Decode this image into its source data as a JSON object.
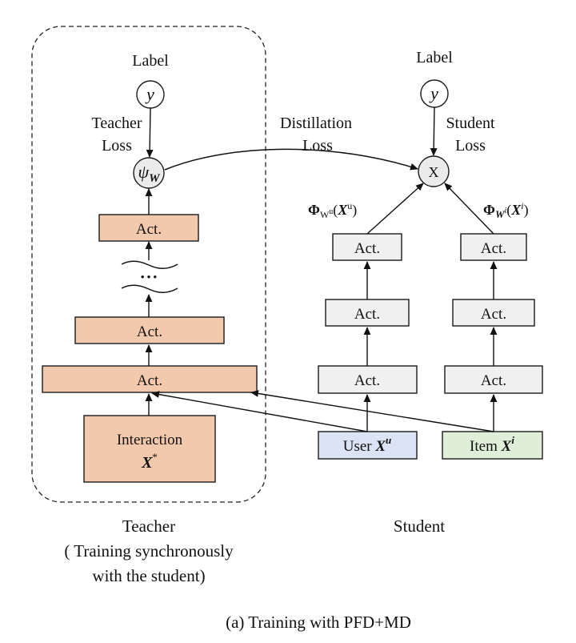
{
  "teacher": {
    "label_top": "Label",
    "label_var": "y",
    "loss_line1": "Teacher",
    "loss_line2": "Loss",
    "psi_main": "ψ",
    "psi_sub": "W",
    "act_top": "Act.",
    "ellipsis": "• • •",
    "act_middle": "Act.",
    "act_wide": "Act.",
    "interaction_line1": "Interaction",
    "interaction_var": "X",
    "interaction_sup": "*",
    "caption_line1": "Teacher",
    "caption_line2": "( Training synchronously",
    "caption_line3": "with the student)"
  },
  "distillation": {
    "line1": "Distillation",
    "line2": "Loss"
  },
  "student": {
    "label_top": "Label",
    "label_var": "y",
    "loss_line1": "Student",
    "loss_line2": "Loss",
    "product_symbol": "X",
    "phi_user": {
      "phi": "Φ",
      "sub": "W",
      "subsup": "u",
      "open": "(",
      "var": "X",
      "sup": "u",
      "close": ")"
    },
    "phi_item": {
      "phi": "Φ",
      "sub": "W",
      "subsup": "i",
      "open": "(",
      "var": "X",
      "sup": "i",
      "close": ")"
    },
    "user_tower": [
      "Act.",
      "Act.",
      "Act."
    ],
    "item_tower": [
      "Act.",
      "Act.",
      "Act."
    ],
    "user_input": {
      "text": "User ",
      "var": "X",
      "sup": "u"
    },
    "item_input": {
      "text": "Item ",
      "var": "X",
      "sup": "i"
    },
    "caption": "Student"
  },
  "figure_caption": "(a) Training with PFD+MD",
  "colors": {
    "teacher_box_fill": "#f3c9ad",
    "student_box_fill": "#f0f0f0",
    "user_input_fill": "#dbe3f5",
    "item_input_fill": "#dfeed8",
    "node_fill": "#ebebeb",
    "stroke": "#1a1a1a"
  }
}
